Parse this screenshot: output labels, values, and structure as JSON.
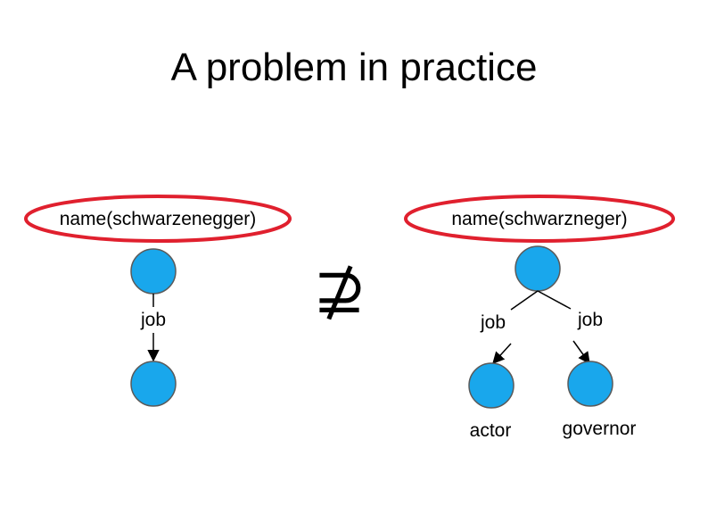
{
  "title": "A problem in practice",
  "colors": {
    "node_fill": "#19A7EC",
    "node_stroke": "#5A5A5A",
    "highlight_ellipse": "#E0202E",
    "edge": "#000000"
  },
  "left_graph": {
    "root_label": "name(schwarzenegger)",
    "edge_label": "job"
  },
  "relation_symbol": "⊉",
  "right_graph": {
    "root_label": "name(schwarzneger)",
    "left_edge_label": "job",
    "right_edge_label": "job",
    "left_child_label": "actor",
    "right_child_label": "governor"
  }
}
